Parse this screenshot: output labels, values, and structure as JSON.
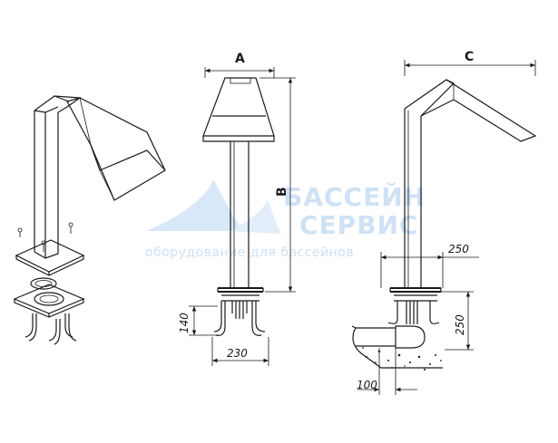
{
  "letters": {
    "a": "A",
    "b": "B",
    "c": "C"
  },
  "dimensions": {
    "base_height": "140",
    "base_width": "230",
    "offset_width": "250",
    "offset_height": "250",
    "depth": "100"
  },
  "watermark": {
    "line1": "БАССЕЙН",
    "line2": "СЕРВИС",
    "tagline": "оборудование для бассейнов"
  },
  "colors": {
    "line": "#1a1a1a",
    "watermark": "#cfe1f5"
  }
}
